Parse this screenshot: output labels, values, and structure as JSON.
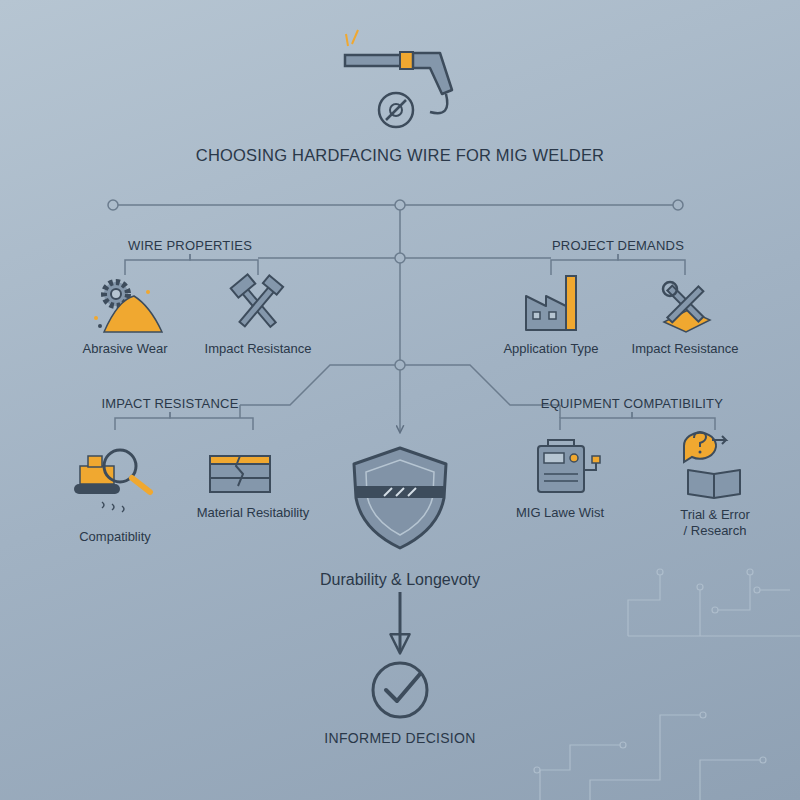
{
  "diagram": {
    "title": "CHOOSING HARDFACING WIRE FOR MIG WELDER",
    "nodes": [
      {
        "text": [
          "WIRE PROPERTIES"
        ]
      },
      {
        "text": [
          "Abrasive Wear"
        ]
      },
      {
        "text": [
          "Impact Resistance"
        ]
      },
      {
        "text": [
          "PROJECT DEMANDS"
        ]
      },
      {
        "text": [
          "Application Type"
        ]
      },
      {
        "text": [
          "Impact Resistance"
        ]
      },
      {
        "text": [
          "IMPACT RESISTANCE"
        ]
      },
      {
        "text": [
          "Compatiblity"
        ]
      },
      {
        "text": [
          "Material Resitability"
        ]
      },
      {
        "text": [
          "EQUIPMENT COMPATIBILITY"
        ]
      },
      {
        "text": [
          "MIG Lawe Wist"
        ]
      },
      {
        "text": [
          "Trial & Error / Research"
        ]
      },
      {
        "text": [
          "Durability & Longevoty"
        ]
      },
      {
        "text": [
          "INFORMED DECISION"
        ]
      }
    ],
    "edges": [
      {
        "from": 0,
        "to": 1,
        "arrow": "none"
      },
      {
        "from": 0,
        "to": 2,
        "arrow": "none"
      },
      {
        "from": 3,
        "to": 4,
        "arrow": "none"
      },
      {
        "from": 3,
        "to": 5,
        "arrow": "none"
      },
      {
        "from": 6,
        "to": 7,
        "arrow": "none"
      },
      {
        "from": 6,
        "to": 8,
        "arrow": "none"
      },
      {
        "from": 9,
        "to": 10,
        "arrow": "none"
      },
      {
        "from": 9,
        "to": 11,
        "arrow": "none"
      },
      {
        "from": 12,
        "to": 13,
        "arrow": "to"
      }
    ]
  }
}
